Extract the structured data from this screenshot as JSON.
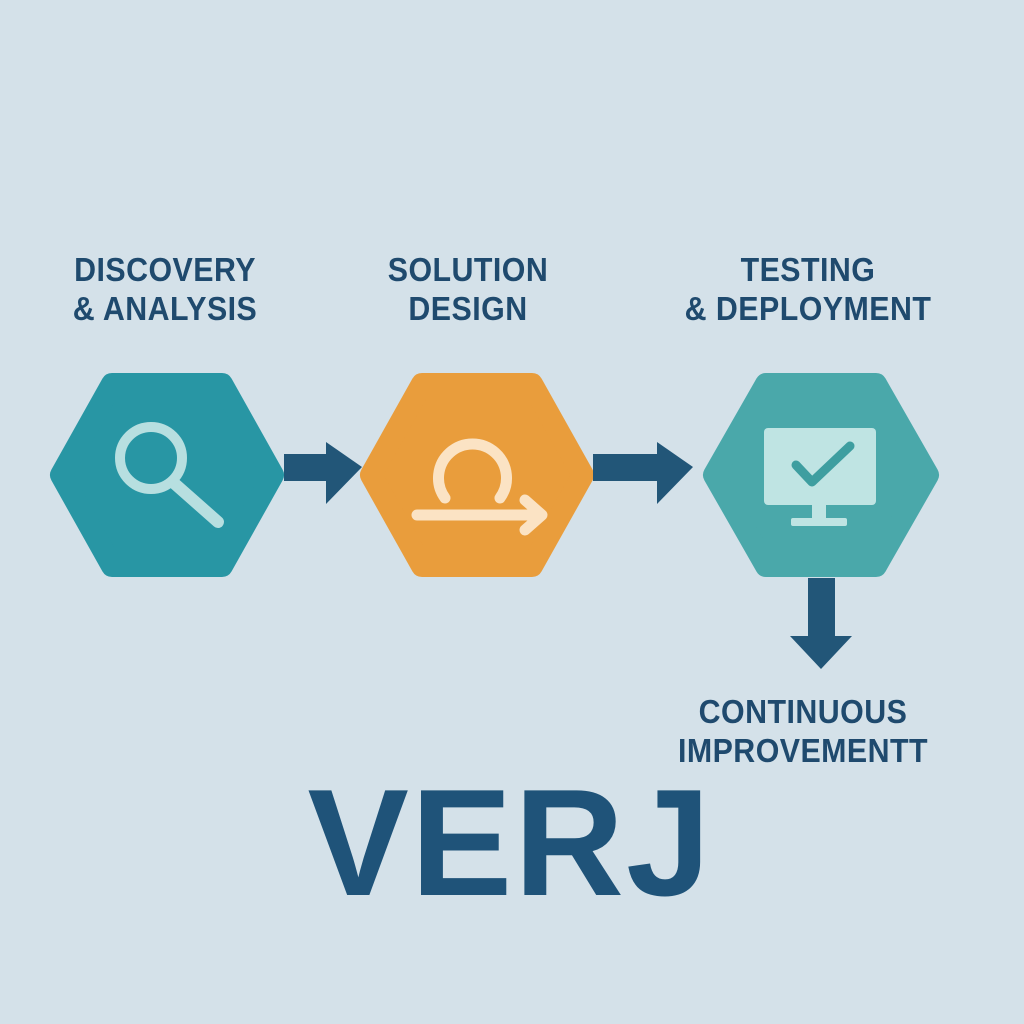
{
  "steps": [
    {
      "line1": "DISCOVERY",
      "line2": "& ANALYSIS",
      "icon": "magnifier-icon",
      "color": "#2896a4"
    },
    {
      "line1": "SOLUTION",
      "line2": "DESIGN",
      "icon": "iteration-loop-icon",
      "color": "#e99d3c"
    },
    {
      "line1": "TESTING",
      "line2": "& DEPLOYMENT",
      "icon": "monitor-check-icon",
      "color": "#4aa8aa"
    }
  ],
  "final_step": {
    "line1": "CONTINUOUS",
    "line2": "IMPROVEMENTT"
  },
  "brand": "VERJ",
  "colors": {
    "background": "#d4e1e9",
    "text": "#1f4a6e",
    "arrow": "#225678"
  }
}
